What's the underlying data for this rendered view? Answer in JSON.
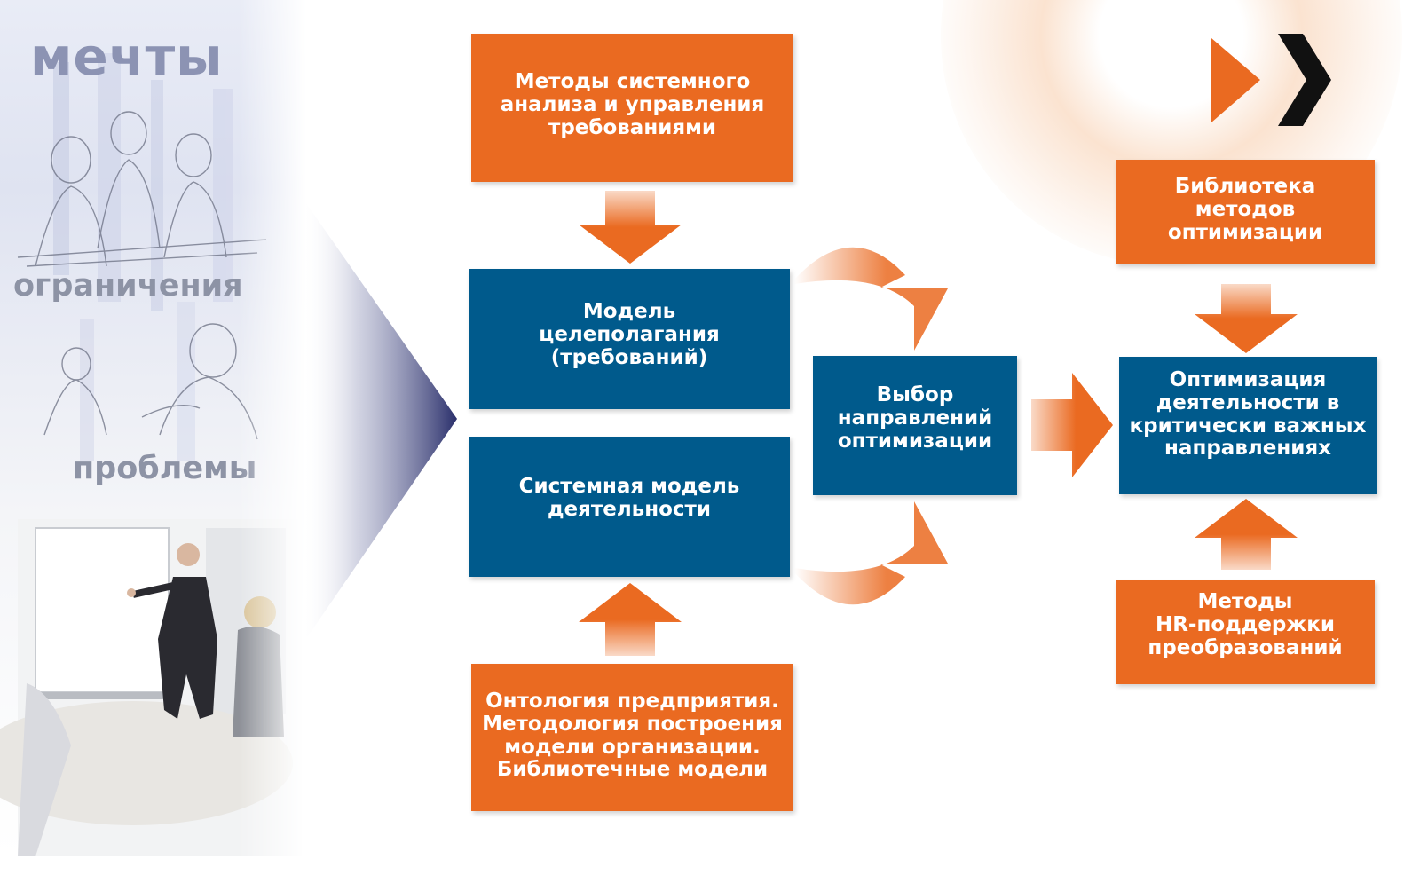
{
  "left_panel": {
    "words": [
      "мечты",
      "ограничения",
      "проблемы"
    ]
  },
  "boxes": {
    "methods": "Методы системного\nанализа и управления\nтребованиями",
    "goal_model": "Модель\nцелеполагания\n(требований)",
    "system_model": "Системная модель\nдеятельности",
    "ontology": "Онтология предприятия.\nМетодология построения\nмодели организации.\nБиблиотечные модели",
    "choice": "Выбор\nнаправлений\nоптимизации",
    "library": "Библиотека\nметодов\nоптимизации",
    "optimization": "Оптимизация\nдеятельности в\nкритически важных\nнаправлениях",
    "hr": "Методы\nHR-поддержки\nпреобразований"
  },
  "colors": {
    "orange": "#ea6a21",
    "blue": "#005a8c",
    "funnel": "#2a2f6b"
  },
  "icons": [
    "logo-arrow-icon"
  ]
}
